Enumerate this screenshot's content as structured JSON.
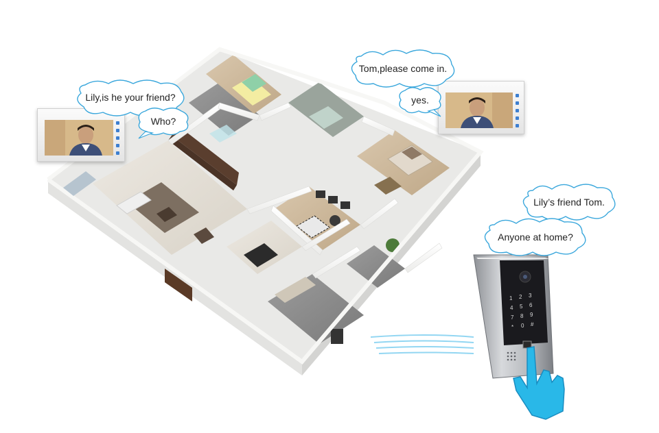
{
  "bubbles": {
    "left_top": "Lily,is he your friend?",
    "left_reply": "Who?",
    "right_top": "Tom,please come in.",
    "right_reply": "yes.",
    "door_top": "Lily’s friend Tom.",
    "door_question": "Anyone at home?"
  },
  "icons": {
    "left_monitor": "indoor-monitor-icon",
    "right_monitor": "indoor-monitor-icon",
    "doorbell": "outdoor-keypad-doorbell-icon",
    "hand": "pointing-hand-icon",
    "signal": "wireless-signal-icon"
  },
  "colors": {
    "wall": "#f4f4f2",
    "floor": "#dcd6cc",
    "hand": "#29b8e8",
    "signal": "#7fcff0",
    "monitor_button": "#3d7fd0",
    "doorbell_panel": "#1a1a1e"
  }
}
